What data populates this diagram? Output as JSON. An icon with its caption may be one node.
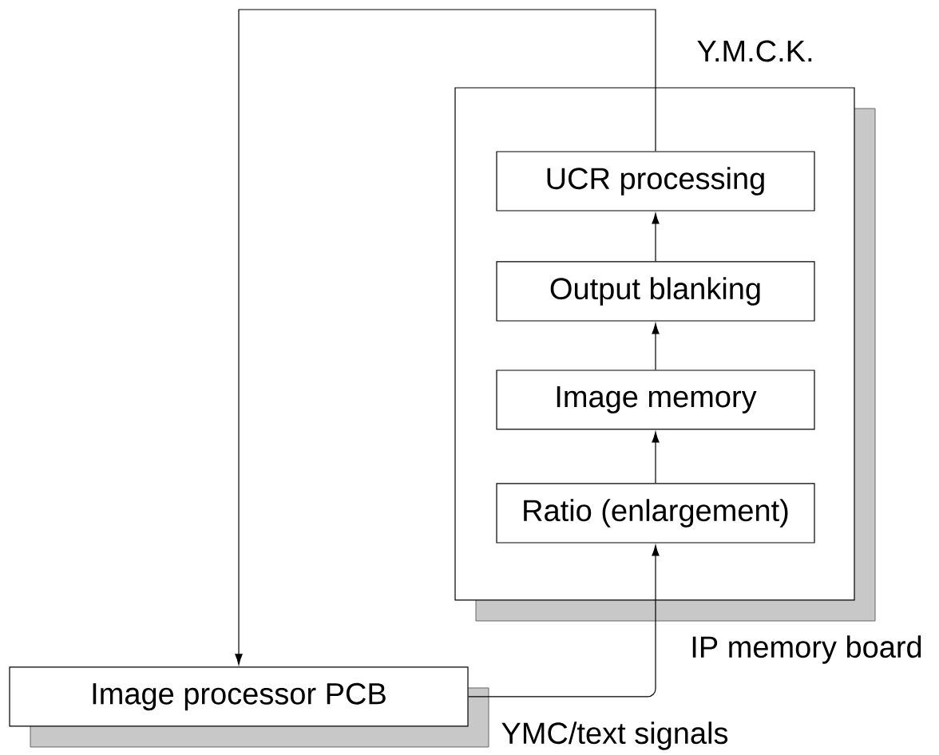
{
  "diagram": {
    "nodes": [
      {
        "text": [],
        "shape": "box",
        "beside": [
          "IP memory board"
        ]
      },
      {
        "text": [
          "UCR processing"
        ],
        "in": 0
      },
      {
        "text": [
          "Output blanking"
        ],
        "in": 0
      },
      {
        "text": [
          "Image memory"
        ],
        "in": 0
      },
      {
        "text": [
          "Ratio (enlargement)"
        ],
        "in": 0
      },
      {
        "text": [
          "Image processor PCB"
        ]
      }
    ],
    "edges": [
      {
        "from": 2,
        "to": 1,
        "arrow": "to"
      },
      {
        "from": 3,
        "to": 2,
        "arrow": "to"
      },
      {
        "from": 4,
        "to": 3,
        "arrow": "to"
      },
      {
        "from": 5,
        "to": 4,
        "arrow": "to",
        "label": "YMC/text signals"
      },
      {
        "from": 1,
        "to": 5,
        "arrow": "to",
        "label": "Y.M.C.K."
      }
    ]
  }
}
